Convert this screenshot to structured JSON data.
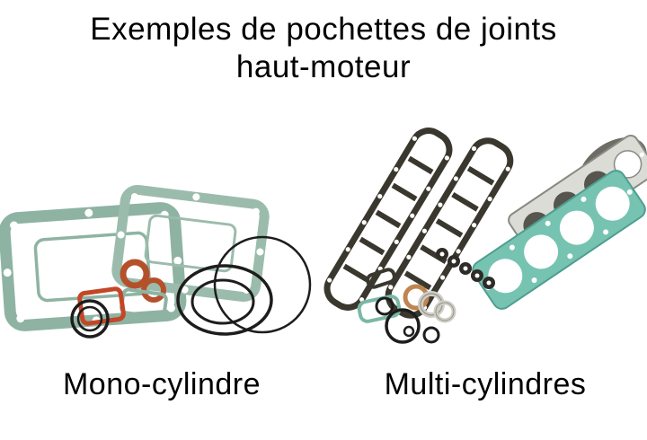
{
  "title": {
    "line1": "Exemples de pochettes de joints",
    "line2": "haut-moteur"
  },
  "captions": {
    "left": "Mono-cylindre",
    "right": "Multi-cylindres"
  },
  "figure_parts": {
    "left": [
      "cylinder-base-gasket",
      "rocker-cover-gasket",
      "o-ring-black",
      "o-ring-orange",
      "exhaust-gasket-red",
      "carburetor-gasket-ellipse"
    ],
    "right": [
      "valve-cover-gasket",
      "valve-cover-gasket",
      "head-gasket-4-cyl-teal",
      "head-gasket-4-cyl-gray",
      "valve-stem-seals",
      "washers",
      "o-rings-black",
      "small-gaskets"
    ]
  },
  "colors": {
    "background": "#ffffff",
    "text": "#000000",
    "gasket_teal": "#8fb3a3",
    "gasket_teal_light": "#9bbcac",
    "gasket_aqua": "#76c3b2",
    "gasket_dark": "#3a382e",
    "oring_orange": "#b4512b",
    "gasket_red": "#c34727",
    "ring_black": "#1d1d1d",
    "gasket_gray": "#dcdcd6",
    "washer_copper": "#bf8550"
  }
}
